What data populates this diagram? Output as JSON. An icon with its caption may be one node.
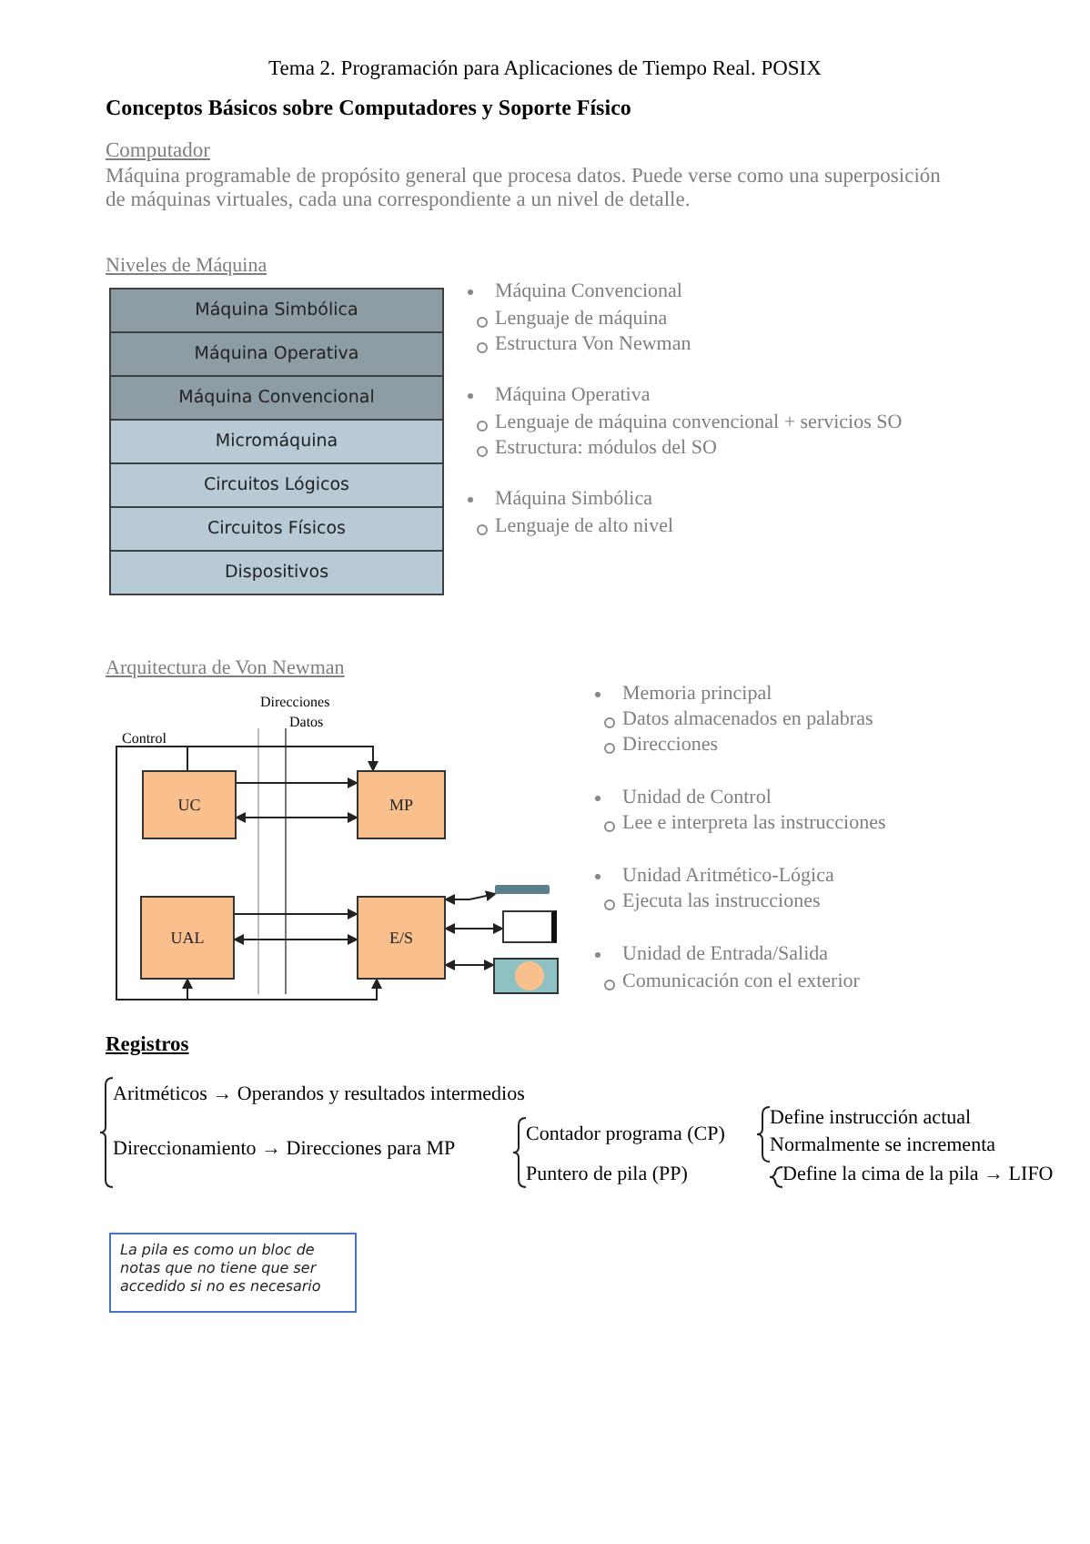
{
  "diagram": {
    "title": "Tema 2. Programación para Aplicaciones de Tiempo Real. POSIX",
    "nodes": [
      {
        "text": [
          "Máquina Simbólica"
        ]
      },
      {
        "text": [
          "Máquina Operativa"
        ]
      },
      {
        "text": [
          "Máquina Convencional"
        ]
      },
      {
        "text": [
          "Micromáquina"
        ]
      },
      {
        "text": [
          "Circuitos Lógicos"
        ]
      },
      {
        "text": [
          "Circuitos Físicos"
        ]
      },
      {
        "text": [
          "Dispositivos"
        ]
      },
      {
        "text": [
          "UC"
        ]
      },
      {
        "text": [
          "MP"
        ]
      },
      {
        "text": [
          "UAL"
        ]
      },
      {
        "text": [
          "E/S"
        ]
      },
      {
        "text": [],
        "shape": "bar"
      },
      {
        "text": [],
        "shape": "box"
      },
      {
        "text": [],
        "shape": "box"
      },
      {
        "text": [
          "La pila es como un bloc de notas que no tiene que ser accedido si no es necesario"
        ]
      }
    ],
    "edges": [
      {
        "from": 7,
        "to": 8,
        "arrow": "to"
      },
      {
        "from": 7,
        "to": 9,
        "arrow": "to"
      },
      {
        "from": 7,
        "to": 10,
        "arrow": "to"
      },
      {
        "from": 7,
        "to": 8,
        "arrow": "to"
      },
      {
        "from": 8,
        "to": 7,
        "arrow": "both"
      },
      {
        "from": 9,
        "to": 10,
        "arrow": "to"
      },
      {
        "from": 9,
        "to": 10,
        "arrow": "both"
      },
      {
        "from": 10,
        "to": 11,
        "arrow": "both"
      },
      {
        "from": 10,
        "to": 12,
        "arrow": "both"
      },
      {
        "from": 10,
        "to": 13,
        "arrow": "both"
      }
    ],
    "labels": [
      "Conceptos Básicos sobre Computadores y Soporte Físico",
      "Computador",
      "Máquina programable de propósito general que procesa datos. Puede verse como una superposición de máquinas virtuales, cada una correspondiente a un nivel de detalle.",
      "Niveles de Máquina",
      "Máquina Convencional",
      "Lenguaje de máquina",
      "Estructura Von Newman",
      "Máquina Operativa",
      "Lenguaje de máquina convencional + servicios SO",
      "Estructura: módulos del SO",
      "Máquina Simbólica",
      "Lenguaje de alto nivel",
      "Arquitectura de Von Newman",
      "Direcciones",
      "Datos",
      "Control",
      "Memoria principal",
      "Datos almacenados en palabras",
      "Direcciones",
      "Unidad de Control",
      "Lee e interpreta las instrucciones",
      "Unidad Aritmético-Lógica",
      "Ejecuta las instrucciones",
      "Unidad de Entrada/Salida",
      "Comunicación con el exterior",
      "Registros",
      "Aritméticos → Operandos y resultados intermedios",
      "Direccionamiento → Direcciones para MP",
      "Contador programa (CP)",
      "Define instrucción actual",
      "Normalmente se incrementa",
      "Puntero de pila (PP)",
      "Define la cima de la pila → LIFO"
    ]
  }
}
